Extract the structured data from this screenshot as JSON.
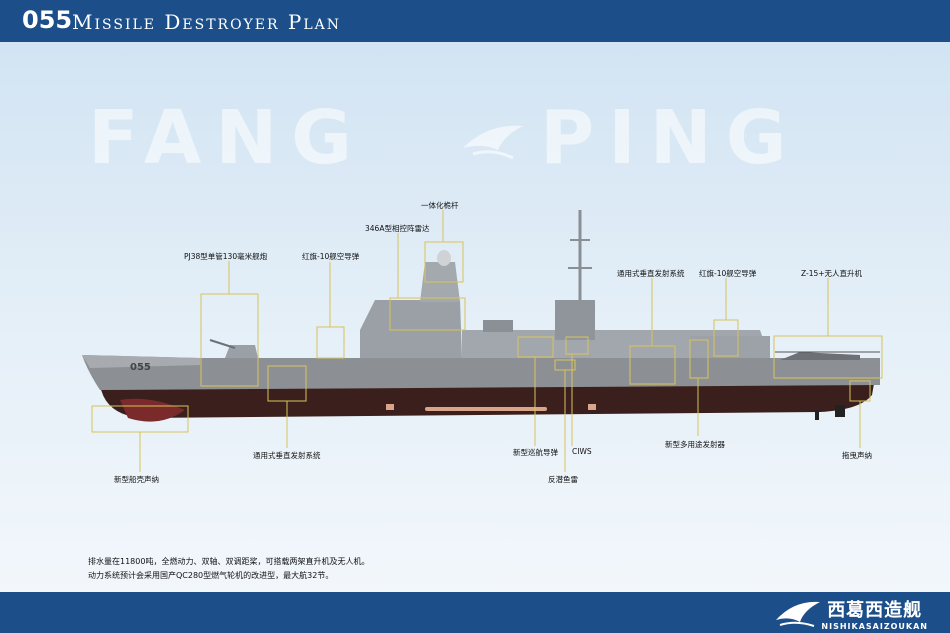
{
  "header": {
    "code": "055",
    "title": "Missile Destroyer Plan"
  },
  "watermark": {
    "left_word": "FANG",
    "right_word": "PING"
  },
  "ship": {
    "hull_number": "055"
  },
  "labels": {
    "mast": "一体化桅杆",
    "radar": "346A型相控阵雷达",
    "gun": "PJ38型单管130毫米舰炮",
    "hq10_fore": "红旗-10舰空导弹",
    "vls_aft": "通用式垂直发射系统",
    "hq10_aft": "红旗-10舰空导弹",
    "helicopter": "Z-15+无人直升机",
    "vls_fore": "通用式垂直发射系统",
    "bow_sonar": "新型船壳声纳",
    "cruise_missile": "新型巡航导弹",
    "ciws": "CIWS",
    "torpedo": "反潜鱼雷",
    "launcher": "新型多用途发射器",
    "towed_sonar": "拖曳声纳"
  },
  "notes": {
    "line1": "排水量在11800吨，全燃动力、双轴、双调距桨，可搭载两架直升机及无人机。",
    "line2": "动力系统预计会采用国产QC280型燃气轮机的改进型，最大航32节。"
  },
  "footer": {
    "brand_cn": "西葛西造舰",
    "brand_en": "NISHIKASAIZOUKAN"
  }
}
